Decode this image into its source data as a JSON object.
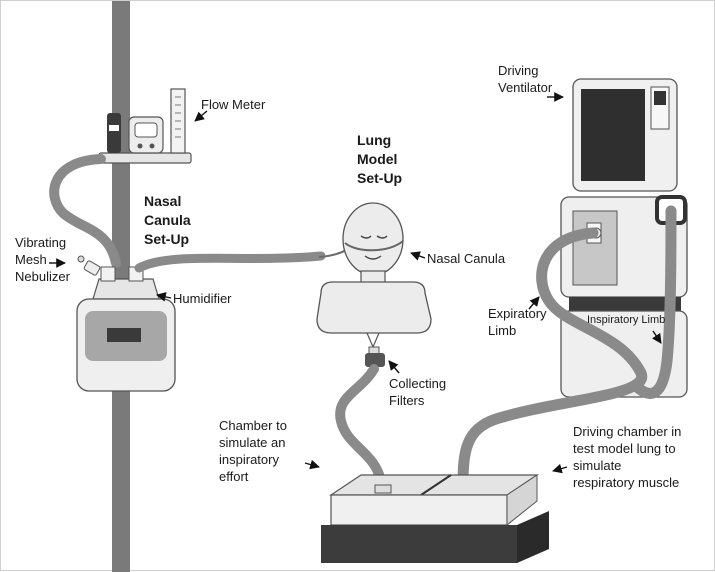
{
  "labels": {
    "flow_meter": "Flow Meter",
    "nasal_canula_setup": "Nasal\nCanula\nSet-Up",
    "lung_model_setup": "Lung\nModel\nSet-Up",
    "vibrating_mesh_nebulizer": "Vibrating\nMesh\nNebulizer",
    "humidifier": "Humidifier",
    "nasal_canula": "Nasal Canula",
    "collecting_filters": "Collecting\nFilters",
    "driving_ventilator": "Driving\nVentilator",
    "expiratory_limb": "Expiratory\nLimb",
    "inspiratory_limb": "Inspiratory Limb",
    "chamber_inspiratory": "Chamber to\nsimulate an\ninspiratory\neffort",
    "driving_chamber": "Driving chamber in\ntest model lung to\nsimulate\nrespiratory muscle"
  }
}
